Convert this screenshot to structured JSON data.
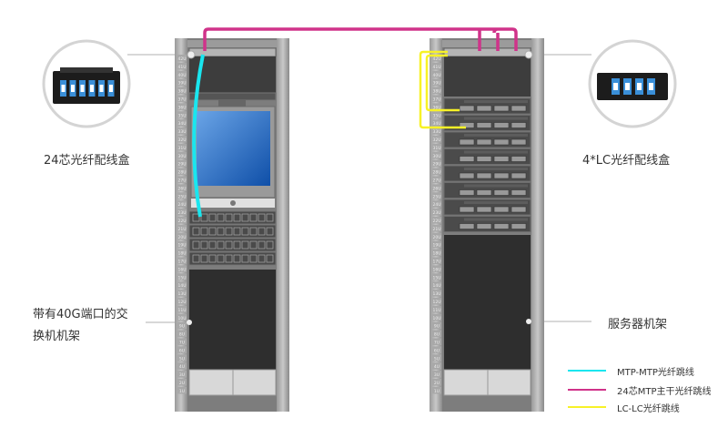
{
  "labels": {
    "left_box": "24芯光纤配线盒",
    "right_box": "4*LC光纤配线盒",
    "left_rack_line1": "带有40G端口的交",
    "left_rack_line2": "换机机架",
    "right_rack": "服务器机架"
  },
  "legend": [
    {
      "label": "MTP-MTP光纤跳线",
      "color": "#19e6ef"
    },
    {
      "label": "24芯MTP主干光纤跳线",
      "color": "#d0338a"
    },
    {
      "label": "LC-LC光纤跳线",
      "color": "#f7f227"
    }
  ],
  "rack_units": [
    "42U",
    "41U",
    "40U",
    "39U",
    "38U",
    "37U",
    "36U",
    "35U",
    "34U",
    "33U",
    "32U",
    "31U",
    "30U",
    "29U",
    "28U",
    "27U",
    "26U",
    "25U",
    "24U",
    "23U",
    "22U",
    "21U",
    "20U",
    "19U",
    "18U",
    "17U",
    "16U",
    "15U",
    "14U",
    "13U",
    "12U",
    "11U",
    "10U",
    "9U",
    "8U",
    "7U",
    "6U",
    "5U",
    "4U",
    "3U",
    "2U",
    "1U"
  ],
  "colors": {
    "rack": "#8a8a8a",
    "equipment": "#3a3a3a",
    "screen": "#2f6fc0",
    "leader": "#cccccc"
  }
}
